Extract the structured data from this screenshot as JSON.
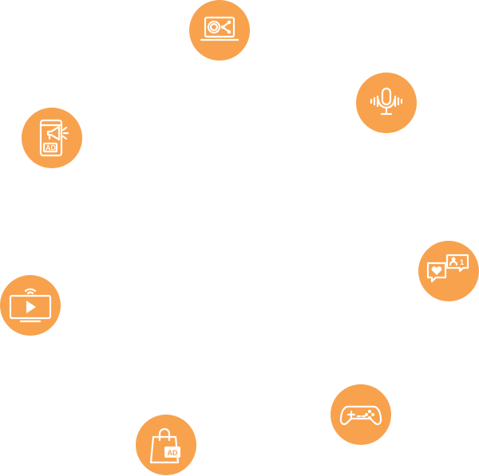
{
  "accent_color": "#F8A24E",
  "icons": [
    {
      "name": "laptop-settings-share-icon"
    },
    {
      "name": "podcast-microphone-icon"
    },
    {
      "name": "mobile-ad-megaphone-icon",
      "label": "AD"
    },
    {
      "name": "social-media-chat-icon",
      "label": "1"
    },
    {
      "name": "smart-tv-play-icon"
    },
    {
      "name": "gamepad-icon"
    },
    {
      "name": "shopping-bag-ad-icon",
      "label": "AD"
    }
  ]
}
